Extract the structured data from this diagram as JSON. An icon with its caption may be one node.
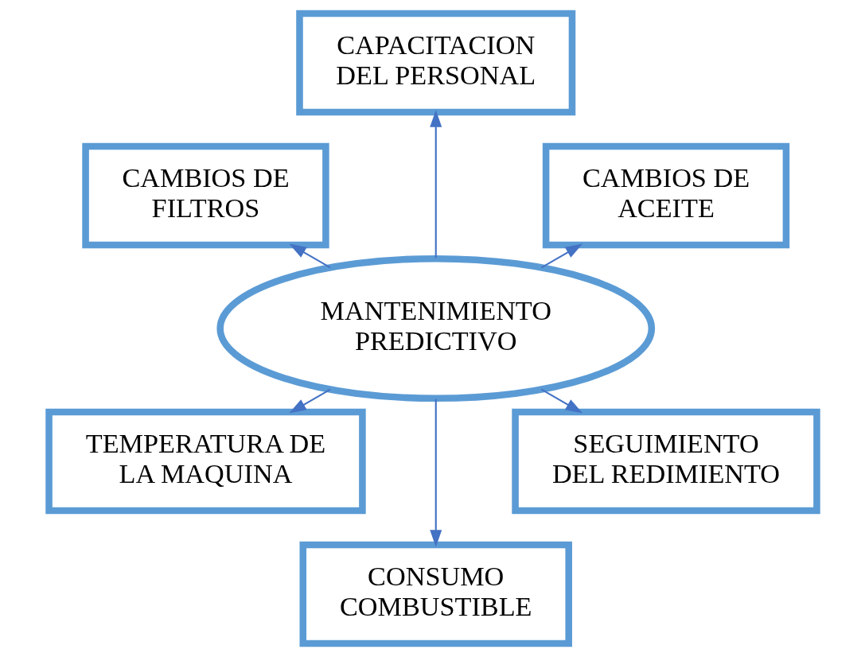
{
  "diagram": {
    "nodes": [
      {
        "text": [
          "MANTENIMIENTO PREDICTIVO"
        ]
      },
      {
        "text": [
          "CAMBIOS DE ACEITE"
        ]
      },
      {
        "text": [
          "CAPACITACION DEL PERSONAL"
        ]
      },
      {
        "text": [
          "CAMBIOS DE FILTROS"
        ]
      },
      {
        "text": [
          "TEMPERATURA DE LA MAQUINA"
        ]
      },
      {
        "text": [
          "CONSUMO COMBUSTIBLE"
        ]
      },
      {
        "text": [
          "SEGUIMIENTO DEL REDIMIENTO"
        ]
      }
    ],
    "edges": [
      {
        "from": 0,
        "to": 1,
        "arrow": "to"
      },
      {
        "from": 0,
        "to": 2,
        "arrow": "to"
      },
      {
        "from": 0,
        "to": 3,
        "arrow": "to"
      },
      {
        "from": 0,
        "to": 4,
        "arrow": "to"
      },
      {
        "from": 0,
        "to": 5,
        "arrow": "to"
      },
      {
        "from": 0,
        "to": 6,
        "arrow": "to"
      }
    ]
  }
}
